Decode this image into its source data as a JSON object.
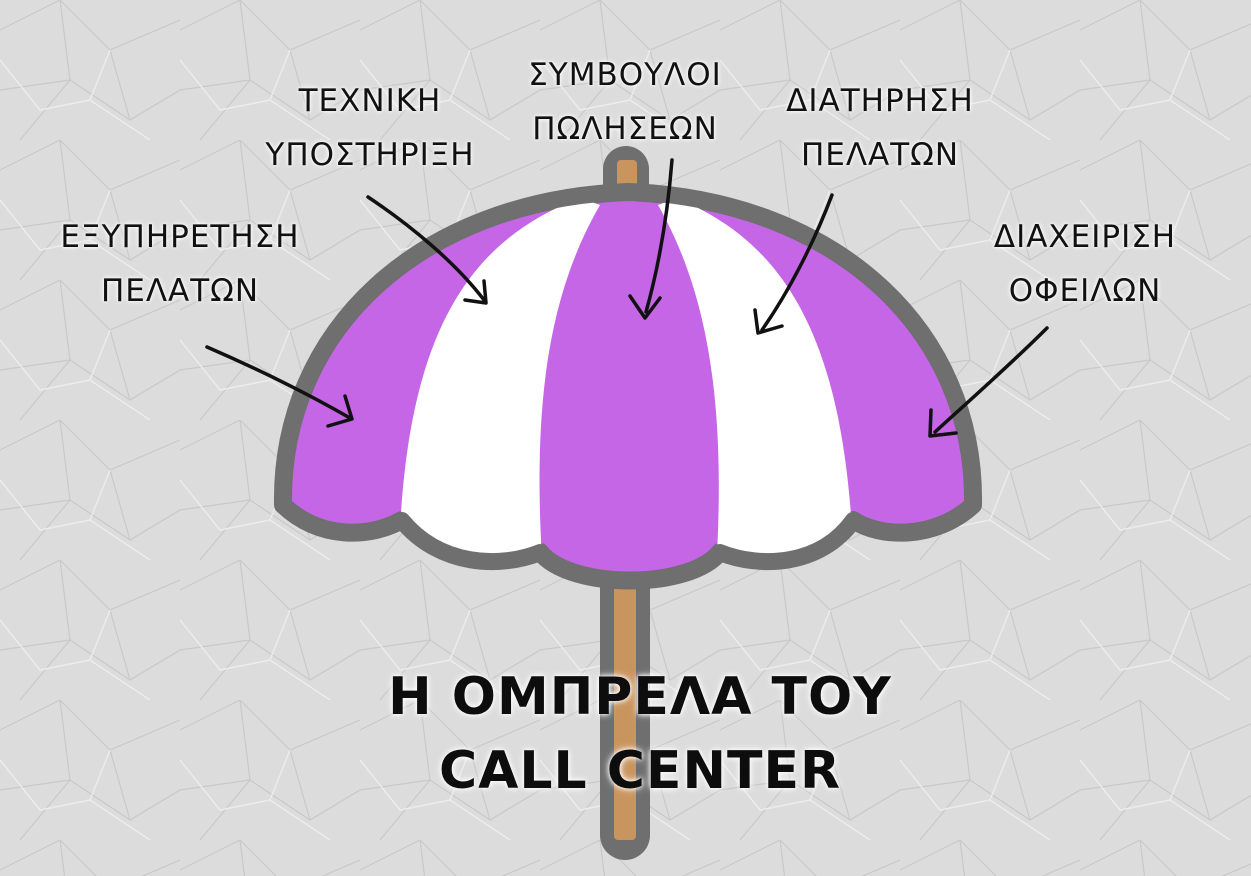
{
  "labels": {
    "customer_service": [
      "ΕΞΥΠΗΡΕΤΗΣΗ",
      "ΠΕΛΑΤΩΝ"
    ],
    "tech_support": [
      "ΤΕΧΝΙΚΗ",
      "ΥΠΟΣΤΗΡΙΞΗ"
    ],
    "sales_advisors": [
      "ΣΥΜΒΟΥΛΟΙ",
      "ΠΩΛΗΣΕΩΝ"
    ],
    "retention": [
      "ΔΙΑΤΗΡΗΣΗ",
      "ΠΕΛΑΤΩΝ"
    ],
    "debt_management": [
      "ΔΙΑΧΕΙΡΙΣΗ",
      "ΟΦΕΙΛΩΝ"
    ]
  },
  "title": [
    "Η ΟΜΠΡΕΛΑ ΤΟΥ",
    "CALL CENTER"
  ],
  "colors": {
    "canopy_purple": "#c466e6",
    "canopy_white": "#ffffff",
    "outline_gray": "#6f6f6f",
    "pole_tan": "#c9955f",
    "paper_background": "#dcdcdc",
    "text": "#111111"
  }
}
